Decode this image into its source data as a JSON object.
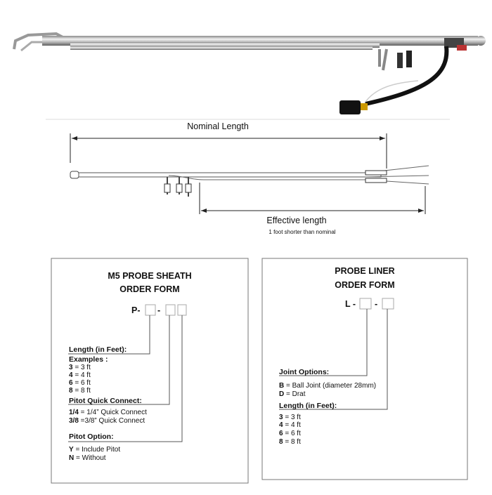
{
  "diagram": {
    "nominal_label": "Nominal Length",
    "effective_label": "Effective length",
    "effective_note": "1 foot shorter than nominal"
  },
  "sheath_form": {
    "title_line1": "M5 PROBE SHEATH",
    "title_line2": "ORDER FORM",
    "prefix": "P-",
    "dash": "-",
    "length_heading": "Length (in Feet):",
    "examples_heading": "Examples :",
    "length_options": [
      {
        "code": "3",
        "desc": "= 3 ft"
      },
      {
        "code": "4",
        "desc": "= 4 ft"
      },
      {
        "code": "6",
        "desc": "= 6 ft"
      },
      {
        "code": "8",
        "desc": "= 8 ft"
      }
    ],
    "pitot_connect_heading": "Pitot Quick Connect:",
    "pitot_connect_options": [
      {
        "code": "1/4",
        "desc": " = 1/4” Quick Connect"
      },
      {
        "code": "3/8",
        "desc": " =3/8” Quick Connect"
      }
    ],
    "pitot_option_heading": "Pitot Option:",
    "pitot_options": [
      {
        "code": "Y",
        "desc": " = Include Pitot"
      },
      {
        "code": "N",
        "desc": " = Without"
      }
    ]
  },
  "liner_form": {
    "title_line1": "PROBE LINER",
    "title_line2": "ORDER FORM",
    "prefix": "L -",
    "dash": "-",
    "joint_heading": "Joint Options:",
    "joint_options": [
      {
        "code": "B",
        "desc": "  = Ball Joint (diameter 28mm)"
      },
      {
        "code": "D",
        "desc": " = Drat"
      }
    ],
    "length_heading": "Length (in Feet):",
    "length_options": [
      {
        "code": "3",
        "desc": " = 3 ft"
      },
      {
        "code": "4",
        "desc": " = 4 ft"
      },
      {
        "code": "6",
        "desc": " = 6 ft"
      },
      {
        "code": "8",
        "desc": " = 8 ft"
      }
    ]
  }
}
